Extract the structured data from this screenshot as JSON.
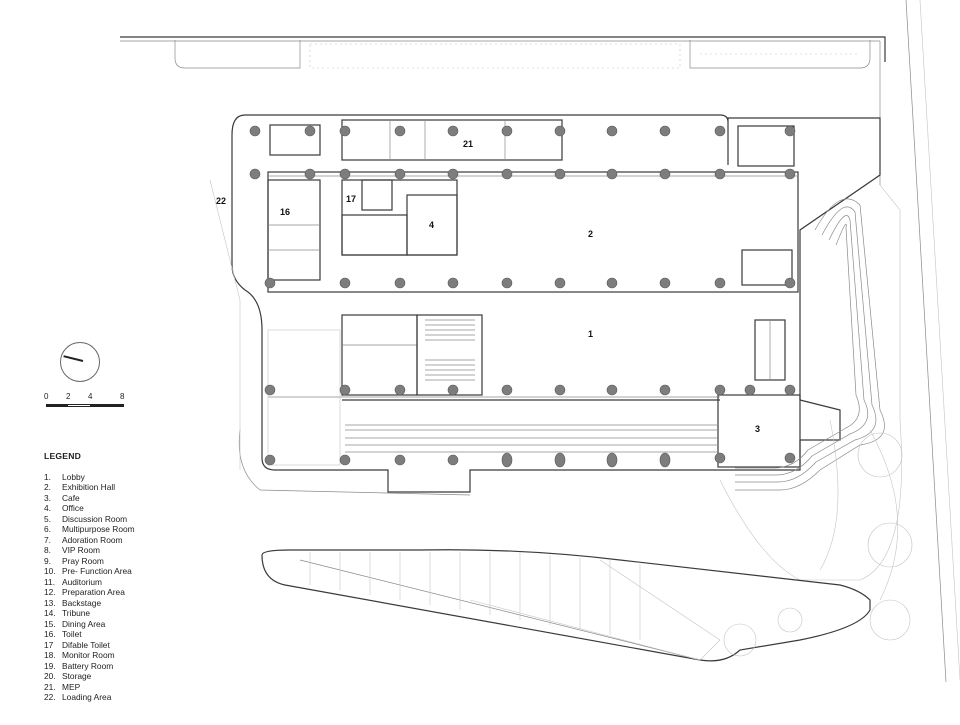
{
  "legend": {
    "title": "LEGEND",
    "items": [
      {
        "num": "1.",
        "label": "Lobby"
      },
      {
        "num": "2.",
        "label": "Exhibition Hall"
      },
      {
        "num": "3.",
        "label": "Cafe"
      },
      {
        "num": "4.",
        "label": "Office"
      },
      {
        "num": "5.",
        "label": "Discussion Room"
      },
      {
        "num": "6.",
        "label": "Multipurpose Room"
      },
      {
        "num": "7.",
        "label": "Adoration Room"
      },
      {
        "num": "8.",
        "label": "VIP Room"
      },
      {
        "num": "9.",
        "label": "Pray Room"
      },
      {
        "num": "10.",
        "label": "Pre- Function Area"
      },
      {
        "num": "11.",
        "label": "Auditorium"
      },
      {
        "num": "12.",
        "label": "Preparation Area"
      },
      {
        "num": "13.",
        "label": "Backstage"
      },
      {
        "num": "14.",
        "label": "Tribune"
      },
      {
        "num": "15.",
        "label": "Dining Area"
      },
      {
        "num": "16.",
        "label": "Toilet"
      },
      {
        "num": "17",
        "label": "Difable Toilet"
      },
      {
        "num": "18.",
        "label": "Monitor Room"
      },
      {
        "num": "19.",
        "label": "Battery Room"
      },
      {
        "num": "20.",
        "label": "Storage"
      },
      {
        "num": "21.",
        "label": "MEP"
      },
      {
        "num": "22.",
        "label": "Loading Area"
      }
    ]
  },
  "scale": {
    "ticks": [
      "0",
      "2",
      "4",
      "8"
    ]
  },
  "room_labels": {
    "r1": "1",
    "r2": "2",
    "r3": "3",
    "r4": "4",
    "r16": "16",
    "r17": "17",
    "r21": "21",
    "r22": "22"
  }
}
